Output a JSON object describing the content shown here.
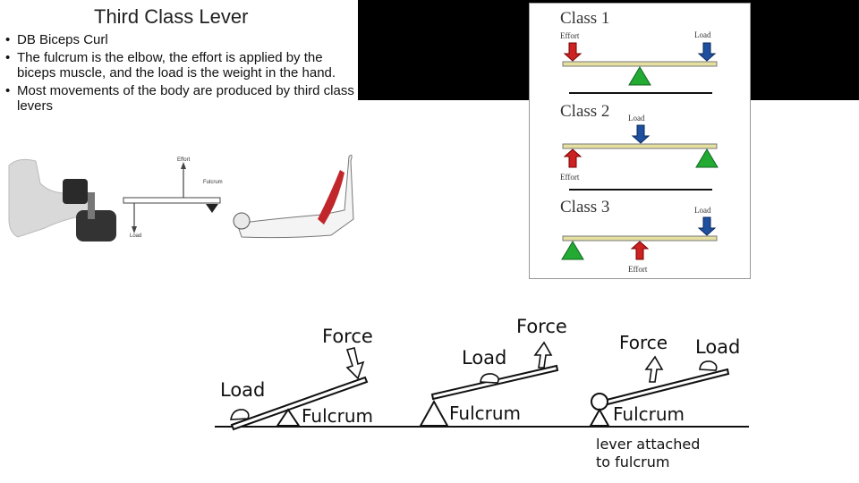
{
  "slide": {
    "title": "Third Class Lever",
    "bullets": [
      "DB Biceps Curl",
      "The fulcrum is the elbow, the effort is applied by the biceps muscle, and the load is the weight in the hand.",
      "Most movements of the body are produced by third class levers"
    ]
  },
  "photo_labels": {
    "effort": "Effort",
    "fulcrum": "Fulcrum",
    "load": "Load"
  },
  "class_panel": {
    "class1": {
      "title": "Class 1",
      "effort": "Effort",
      "load": "Load"
    },
    "class2": {
      "title": "Class 2",
      "load": "Load",
      "effort": "Effort"
    },
    "class3": {
      "title": "Class 3",
      "load": "Load",
      "effort": "Effort"
    },
    "colors": {
      "effort": "#cc2222",
      "load": "#1f4f9f",
      "fulcrum": "#22aa33",
      "beam": "#e6e0a0"
    }
  },
  "bottom_diagrams": {
    "d1": {
      "force": "Force",
      "load": "Load",
      "fulcrum": "Fulcrum"
    },
    "d2": {
      "force": "Force",
      "load": "Load",
      "fulcrum": "Fulcrum"
    },
    "d3": {
      "force": "Force",
      "load": "Load",
      "fulcrum": "Fulcrum",
      "note_line1": "lever attached",
      "note_line2": "to fulcrum"
    }
  }
}
